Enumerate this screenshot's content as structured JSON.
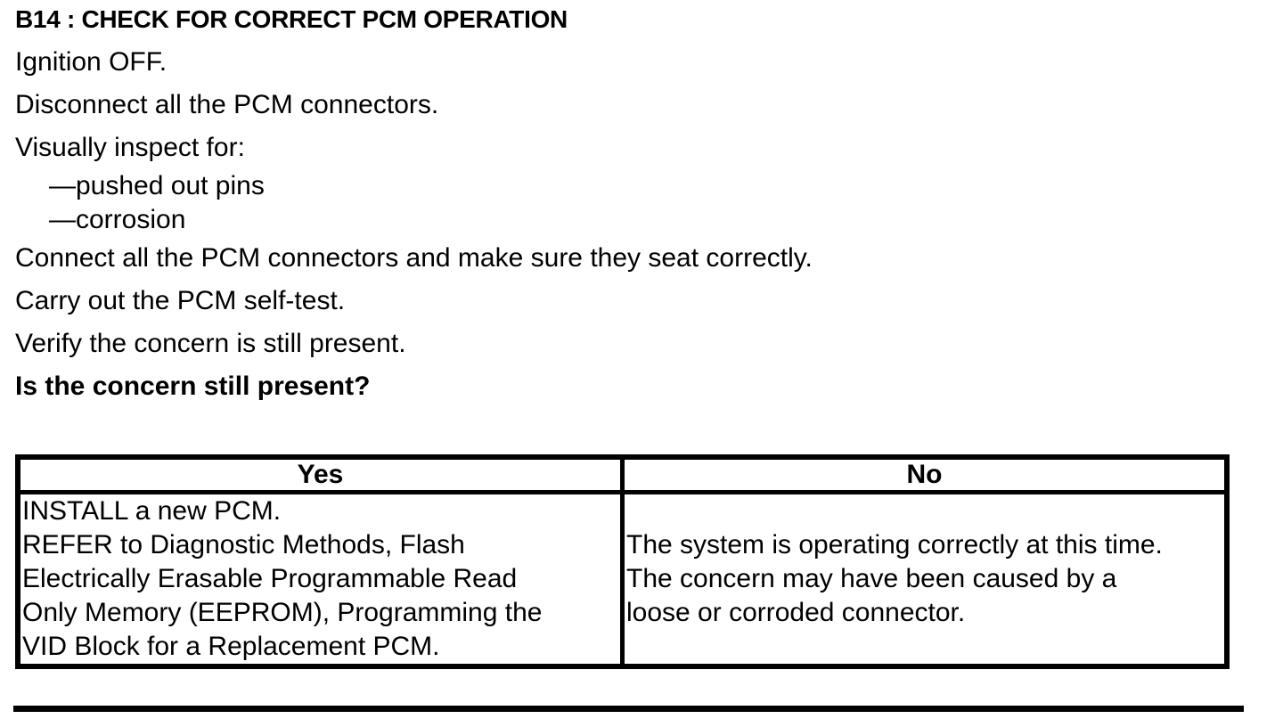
{
  "page": {
    "title": "B14 : CHECK FOR CORRECT PCM OPERATION",
    "steps": [
      {
        "text": "Ignition OFF."
      },
      {
        "text": "Disconnect all the PCM connectors."
      },
      {
        "text": "Visually inspect for:"
      },
      {
        "text": "—pushed out pins"
      },
      {
        "text": "—corrosion"
      },
      {
        "text": "Connect all the PCM connectors and make sure they seat correctly."
      },
      {
        "text": "Carry out the PCM self-test."
      },
      {
        "text": "Verify the concern is still present."
      },
      {
        "text": "Is the concern still present?"
      }
    ],
    "decision_table": {
      "yes_header": "Yes",
      "no_header": "No",
      "yes_lines": [
        "INSTALL a new PCM.",
        "REFER to Diagnostic Methods, Flash",
        "Electrically Erasable Programmable Read",
        "Only Memory (EEPROM), Programming the",
        "VID Block for a Replacement PCM."
      ],
      "no_lines": [
        "The system is operating correctly at this time.",
        "The concern may have been caused by a",
        "loose or corroded connector."
      ]
    },
    "colors": {
      "text": "#000000",
      "background": "#ffffff"
    }
  }
}
